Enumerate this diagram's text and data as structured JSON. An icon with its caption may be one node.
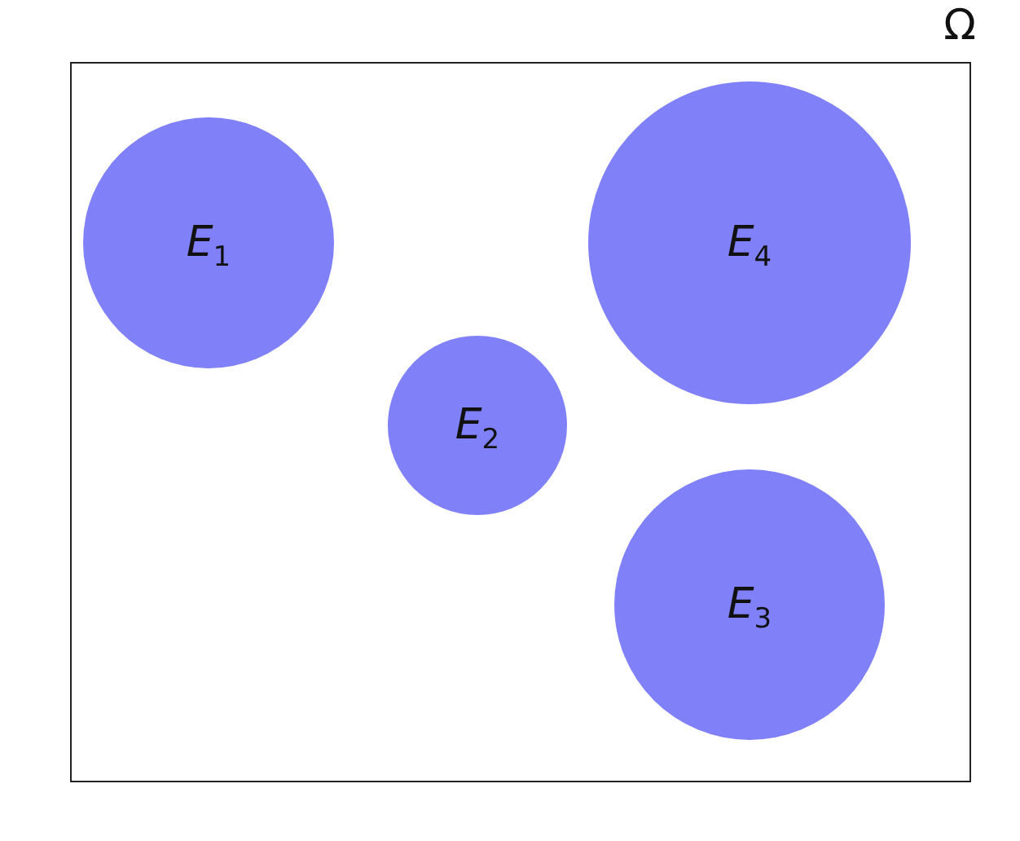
{
  "diagram": {
    "nodes": [
      {
        "text": [
          "Ω"
        ]
      },
      {
        "text": [
          "*E*$_{1}$"
        ],
        "in": 0
      },
      {
        "text": [
          "*E*$_{4}$"
        ],
        "in": 0
      },
      {
        "text": [
          "*E*$_{2}$"
        ],
        "in": 0
      },
      {
        "text": [
          "*E*$_{3}$"
        ],
        "in": 0
      }
    ]
  }
}
